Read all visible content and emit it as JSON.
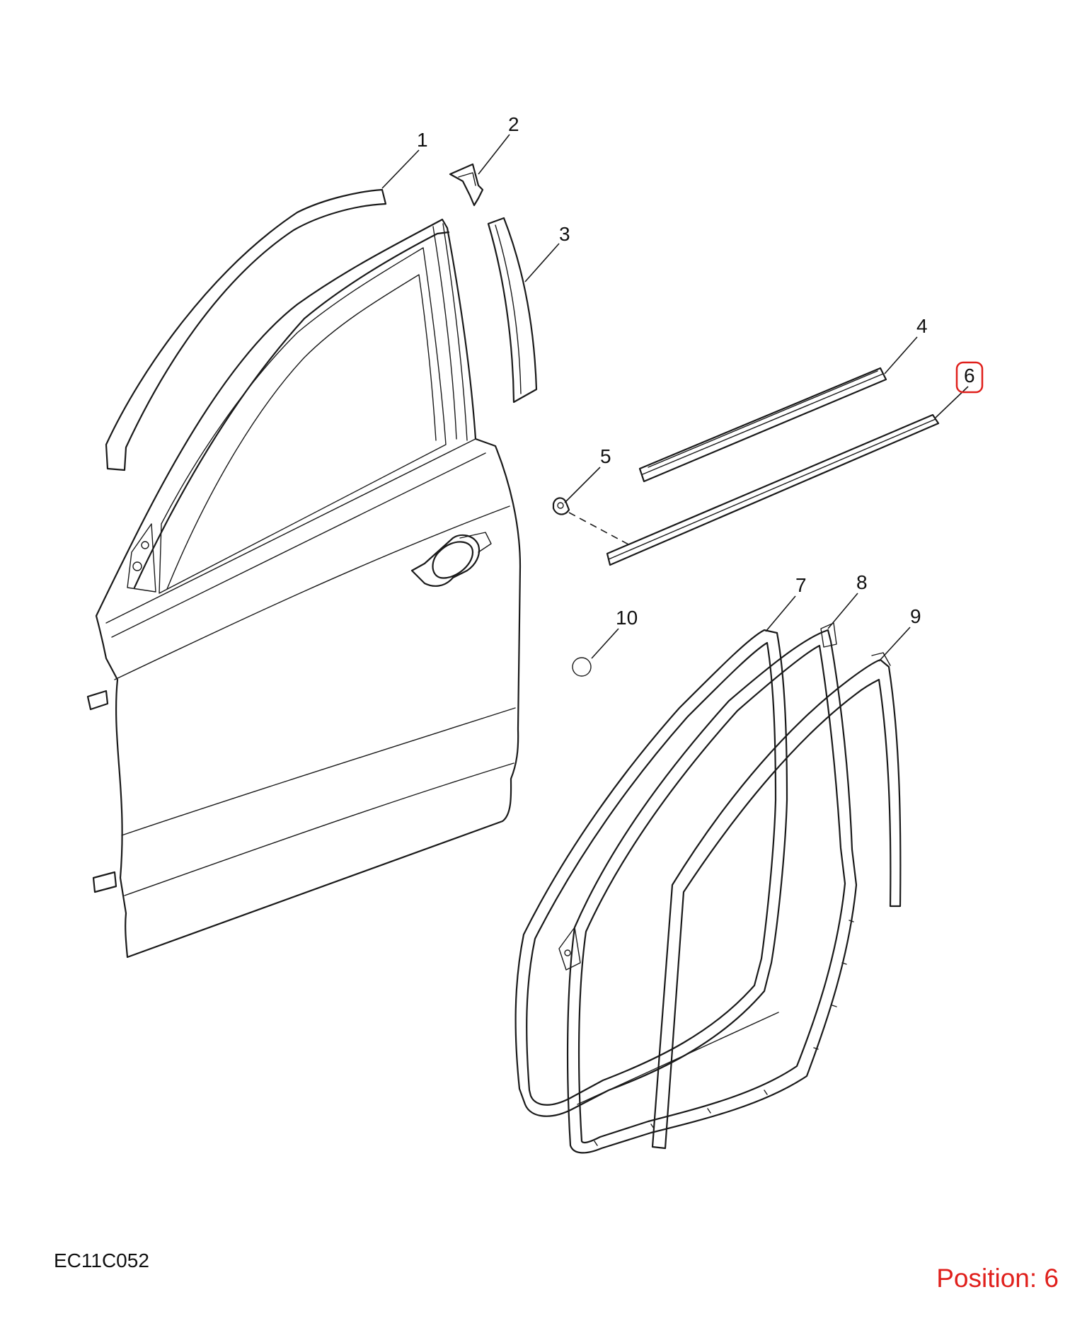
{
  "callouts": [
    {
      "number": "1"
    },
    {
      "number": "2"
    },
    {
      "number": "3"
    },
    {
      "number": "4"
    },
    {
      "number": "5"
    },
    {
      "number": "6",
      "highlighted": true
    },
    {
      "number": "7"
    },
    {
      "number": "8"
    },
    {
      "number": "9"
    },
    {
      "number": "10"
    }
  ],
  "footer": {
    "drawing_code": "EC11C052",
    "position_text": "Position: 6"
  },
  "colors": {
    "line": "#1a1a1a",
    "highlight": "#e0201c",
    "background": "#ffffff"
  }
}
